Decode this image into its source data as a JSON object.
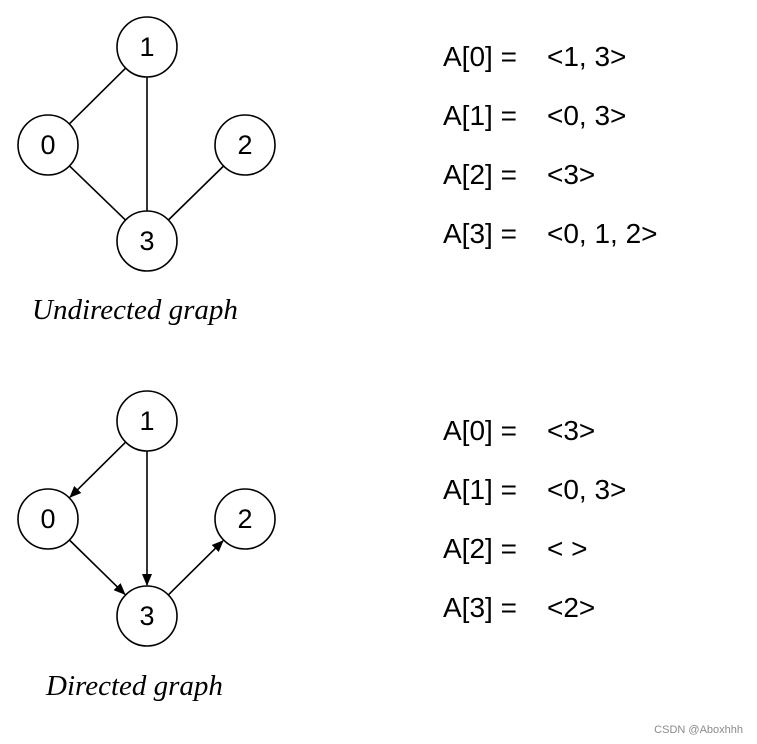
{
  "undirected": {
    "caption": "Undirected graph",
    "nodes": [
      {
        "id": "0",
        "label": "0"
      },
      {
        "id": "1",
        "label": "1"
      },
      {
        "id": "2",
        "label": "2"
      },
      {
        "id": "3",
        "label": "3"
      }
    ],
    "edges": [
      {
        "from": "1",
        "to": "0"
      },
      {
        "from": "1",
        "to": "3"
      },
      {
        "from": "0",
        "to": "3"
      },
      {
        "from": "2",
        "to": "3"
      }
    ],
    "adjacency": [
      {
        "key": "A[0] =",
        "value": "<1, 3>"
      },
      {
        "key": "A[1] =",
        "value": "<0, 3>"
      },
      {
        "key": "A[2] =",
        "value": "<3>"
      },
      {
        "key": "A[3] =",
        "value": "<0, 1, 2>"
      }
    ]
  },
  "directed": {
    "caption": "Directed graph",
    "nodes": [
      {
        "id": "0",
        "label": "0"
      },
      {
        "id": "1",
        "label": "1"
      },
      {
        "id": "2",
        "label": "2"
      },
      {
        "id": "3",
        "label": "3"
      }
    ],
    "edges": [
      {
        "from": "1",
        "to": "0"
      },
      {
        "from": "1",
        "to": "3"
      },
      {
        "from": "0",
        "to": "3"
      },
      {
        "from": "3",
        "to": "2"
      }
    ],
    "adjacency": [
      {
        "key": "A[0] =",
        "value": "<3>"
      },
      {
        "key": "A[1] =",
        "value": "<0, 3>"
      },
      {
        "key": "A[2] =",
        "value": "< >"
      },
      {
        "key": "A[3] =",
        "value": "<2>"
      }
    ]
  },
  "watermark": "CSDN @Aboxhhh"
}
